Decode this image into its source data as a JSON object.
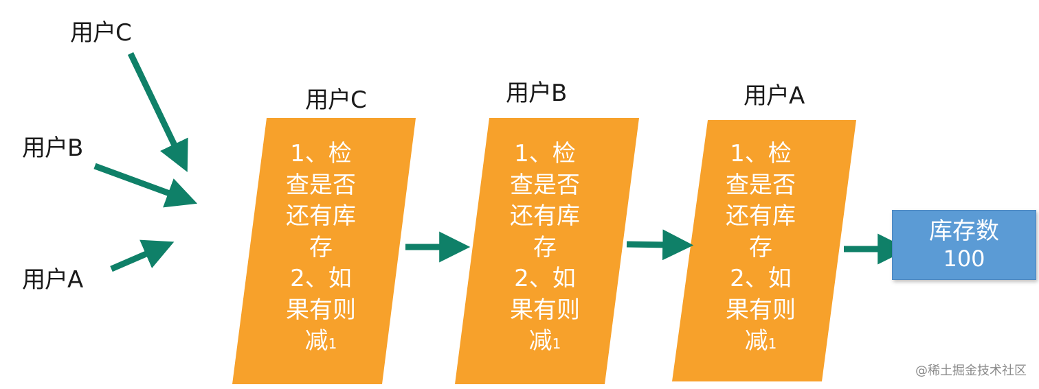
{
  "colors": {
    "block_fill": "#f7a12b",
    "arrow": "#0f8068",
    "stock_fill": "#5b9bd5",
    "text": "#1a1a1a"
  },
  "users_left": [
    "用户C",
    "用户B",
    "用户A"
  ],
  "blocks": [
    {
      "label": "用户C",
      "lines": [
        "1、检",
        "查是否",
        "还有库",
        "存",
        "2、如",
        "果有则",
        "减"
      ],
      "suffix": "1"
    },
    {
      "label": "用户B",
      "lines": [
        "1、检",
        "查是否",
        "还有库",
        "存",
        "2、如",
        "果有则",
        "减"
      ],
      "suffix": "1"
    },
    {
      "label": "用户A",
      "lines": [
        "1、检",
        "查是否",
        "还有库",
        "存",
        "2、如",
        "果有则",
        "减"
      ],
      "suffix": "1"
    }
  ],
  "stock": {
    "title": "库存数",
    "count": "100"
  },
  "watermark": "@稀土掘金技术社区"
}
